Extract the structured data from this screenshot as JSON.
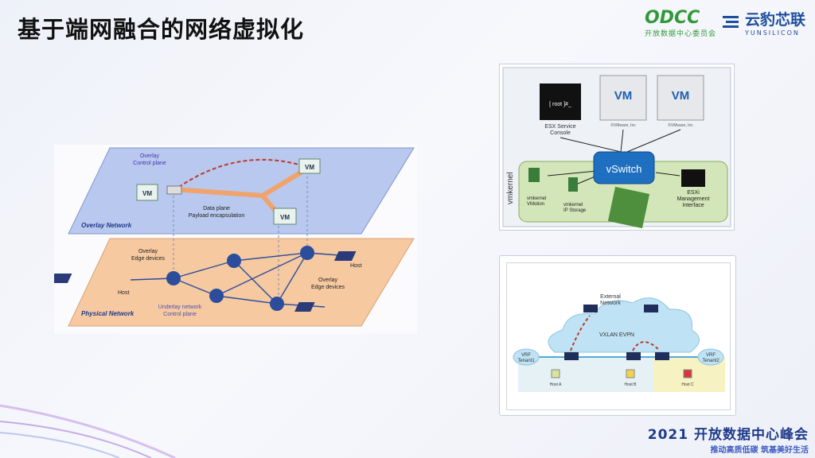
{
  "slide": {
    "title": "基于端网融合的网络虚拟化",
    "footer_title": "2021 开放数据中心峰会",
    "footer_slogan": "推动高质低碳 筑基美好生活"
  },
  "logos": {
    "odcc_mark": "ODCC",
    "odcc_sub": "开放数据中心委员会",
    "yun_cn": "云豹芯联",
    "yun_en": "YUNSILICON"
  },
  "overlay_diagram": {
    "overlay_network_label": "Overlay Network",
    "physical_network_label": "Physical Network",
    "overlay_control_plane": [
      "Overlay",
      "Control plane"
    ],
    "data_plane": [
      "Data plane",
      "Payload encapsulation"
    ],
    "overlay_edge_left": [
      "Overlay",
      "Edge devices"
    ],
    "overlay_edge_right": [
      "Overlay",
      "Edge devices"
    ],
    "underlay_control_plane": [
      "Underlay network",
      "Control plane"
    ],
    "host_left": "Host",
    "host_right": "Host",
    "vm_label": "VM"
  },
  "vmware_diagram": {
    "vm_label": "VM",
    "console_prompt": "[ root ]#_",
    "esx_console": [
      "ESX Service",
      "Console"
    ],
    "vm_caption": "©VMware, Inc",
    "vswitch": "vSwitch",
    "vmkernel": "vmkernel",
    "vmotion": [
      "vmkernel",
      "VMotion"
    ],
    "ip_storage": [
      "vmkernel",
      "IP Storage"
    ],
    "esxi_mgmt": [
      "ESXi",
      "Management",
      "Interface"
    ]
  },
  "vxlan_diagram": {
    "external_network": [
      "External",
      "Network"
    ],
    "vxlan_evpn": "VXLAN EVPN",
    "vrf_left": [
      "VRF",
      "Tenant1"
    ],
    "vrf_right": [
      "VRF",
      "Tenant2"
    ],
    "host_a": "Host A",
    "host_b": "Host B",
    "host_c": "Host C"
  },
  "colors": {
    "overlay_plane": "#b9c8ee",
    "physical_plane": "#f6c9a0",
    "vswitch": "#1e6fc0",
    "esx_area": "#d3e6b9",
    "cloud": "#bfe3f5"
  }
}
